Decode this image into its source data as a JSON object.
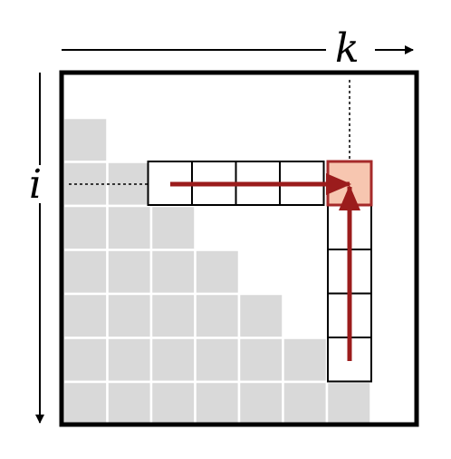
{
  "labels": {
    "row_axis": "i",
    "col_axis": "k"
  },
  "grid": {
    "rows": 7,
    "cols": 7,
    "filled_row_lengths": [
      1,
      2,
      3,
      4,
      5,
      6,
      7
    ]
  },
  "highlight": {
    "row": 1,
    "col": 6,
    "row_cells_from_col": 2,
    "col_cells_to_row": 5
  },
  "colors": {
    "filled_cell": "#d9d9d9",
    "cell_border": "#ffffff",
    "outline": "#000000",
    "arrow": "#9b1c1c",
    "target_fill": "#f7c6b0",
    "target_border": "#a62a2a"
  }
}
